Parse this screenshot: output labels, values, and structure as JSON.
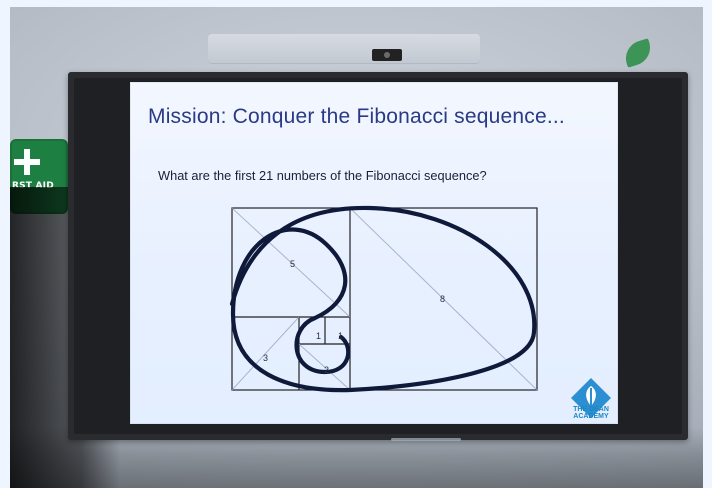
{
  "wall": {
    "first_aid_label": "RST AID"
  },
  "slide": {
    "title": "Mission: Conquer the Fibonacci sequence...",
    "question": "What are the first 21 numbers of the Fibonacci sequence?",
    "square_labels": [
      "5",
      "8",
      "3",
      "1",
      "1",
      "2"
    ],
    "logo_text": [
      "THE DEAN",
      "ACADEMY"
    ]
  }
}
